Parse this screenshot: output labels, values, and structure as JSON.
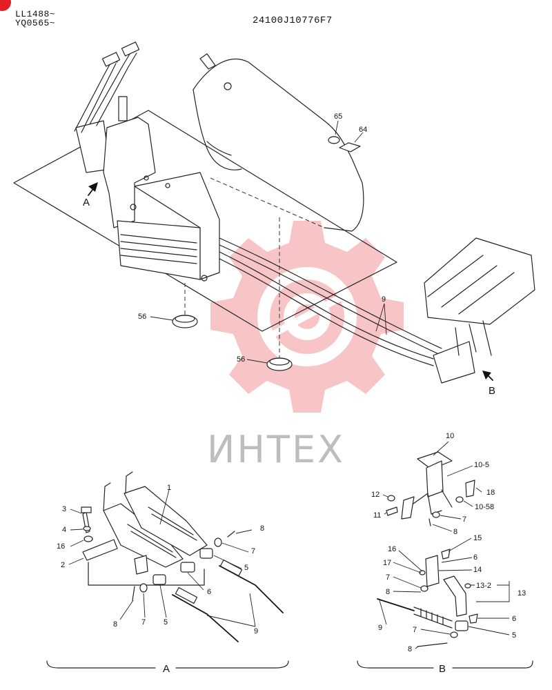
{
  "header": {
    "serial_line1": "LL1488~",
    "serial_line2": "YQ0565~",
    "part_code": "24100J10776F7"
  },
  "watermark": {
    "brand": "ИНТЕХ",
    "color": "#e8333a"
  },
  "main_view": {
    "callouts": [
      "65",
      "64",
      "56",
      "56",
      "9"
    ],
    "view_arrows": [
      "A",
      "B"
    ]
  },
  "detail_a": {
    "callouts": [
      "1",
      "3",
      "4",
      "16",
      "2",
      "8",
      "7",
      "5",
      "6",
      "8",
      "7",
      "5",
      "9"
    ],
    "view_label": "A"
  },
  "detail_b": {
    "callouts": [
      "10",
      "10-5",
      "12",
      "18",
      "11",
      "10-58",
      "7",
      "8",
      "15",
      "16",
      "6",
      "17",
      "14",
      "7",
      "8",
      "13-2",
      "13",
      "9",
      "6",
      "7",
      "5",
      "8"
    ],
    "view_label": "B"
  },
  "icons": [
    "red-corner-badge",
    "watermark-gear-logo"
  ]
}
